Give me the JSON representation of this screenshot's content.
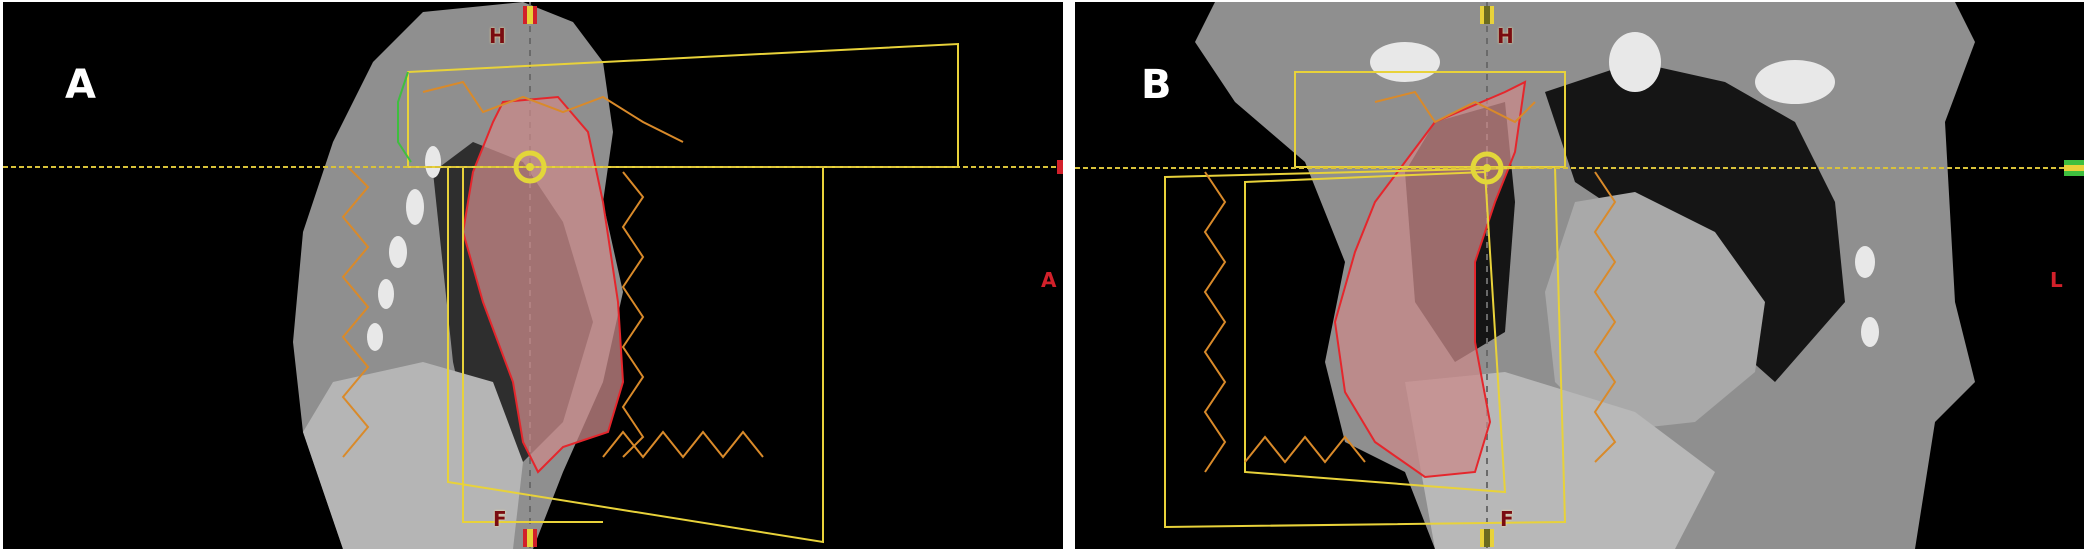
{
  "panels": [
    {
      "letter": "A",
      "labels": {
        "superior": "H",
        "inferior": "F",
        "side": "A"
      }
    },
    {
      "letter": "B",
      "labels": {
        "superior": "H",
        "inferior": "F",
        "side": "L"
      }
    }
  ],
  "colors": {
    "background": "#000000",
    "target_fill": "#c98a8a",
    "target_outline": "#e5262c",
    "field_outline": "#e8d23a",
    "collimator_outline": "#d98a2a",
    "isocenter": "#e2d63a",
    "crosshair": "#d9c23a"
  }
}
